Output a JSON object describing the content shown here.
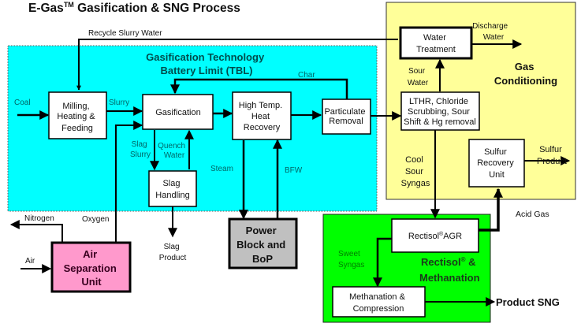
{
  "title": {
    "main": "E-Gas",
    "sup": "TM",
    "rest": " Gasification & SNG Process"
  },
  "colors": {
    "tbl_region": "#00FFFF",
    "gas_conditioning_region": "#FFFF99",
    "rectisol_region": "#00FF00",
    "asu_block": "#FF99CC",
    "power_block": "#C0C0C0",
    "region_label_dark_teal": "#004D4D",
    "stream_label_teal": "#006666",
    "sweet_syngas_label": "#008000"
  },
  "regions": {
    "tbl": {
      "line1": "Gasification Technology",
      "line2": "Battery Limit (TBL)"
    },
    "gas_conditioning": {
      "line1": "Gas",
      "line2": "Conditioning"
    },
    "rectisol": {
      "line1": "Rectisol",
      "sup": "®",
      "line1_rest": "  &",
      "line2": "Methanation"
    }
  },
  "blocks": {
    "milling": [
      "Milling,",
      "Heating &",
      "Feeding"
    ],
    "gasification": [
      "Gasification"
    ],
    "heat_recovery": [
      "High Temp.",
      "Heat",
      "Recovery"
    ],
    "particulate": [
      "Particulate",
      "Removal"
    ],
    "slag_handling": [
      "Slag",
      "Handling"
    ],
    "water_treatment": [
      "Water",
      "Treatment"
    ],
    "lthr": [
      "LTHR, Chloride",
      "Scrubbing, Sour",
      "Shift & Hg removal"
    ],
    "sulfur_recovery": [
      "Sulfur",
      "Recovery",
      "Unit"
    ],
    "rectisol_agr": {
      "main": "Rectisol",
      "sup": "®",
      "rest": "AGR"
    },
    "methanation": [
      "Methanation &",
      "Compression"
    ],
    "power_block": [
      "Power",
      "Block and",
      "BoP"
    ],
    "asu": [
      "Air",
      "Separation",
      "Unit"
    ]
  },
  "streams": {
    "recycle_slurry_water": "Recycle Slurry Water",
    "coal": "Coal",
    "slurry": "Slurry",
    "char": "Char",
    "slag_slurry": [
      "Slag",
      "Slurry"
    ],
    "quench_water": [
      "Quench",
      "Water"
    ],
    "steam": "Steam",
    "bfw": "BFW",
    "slag_product": [
      "Slag",
      "Product"
    ],
    "nitrogen": "Nitrogen",
    "oxygen": "Oxygen",
    "air": "Air",
    "discharge_water": [
      "Discharge",
      "Water"
    ],
    "sour_water": [
      "Sour",
      "Water"
    ],
    "cool_sour_syngas": [
      "Cool",
      "Sour",
      "Syngas"
    ],
    "sulfur_product": [
      "Sulfur",
      "Product"
    ],
    "acid_gas": "Acid Gas",
    "sweet_syngas": [
      "Sweet",
      "Syngas"
    ],
    "product_sng": "Product SNG"
  }
}
